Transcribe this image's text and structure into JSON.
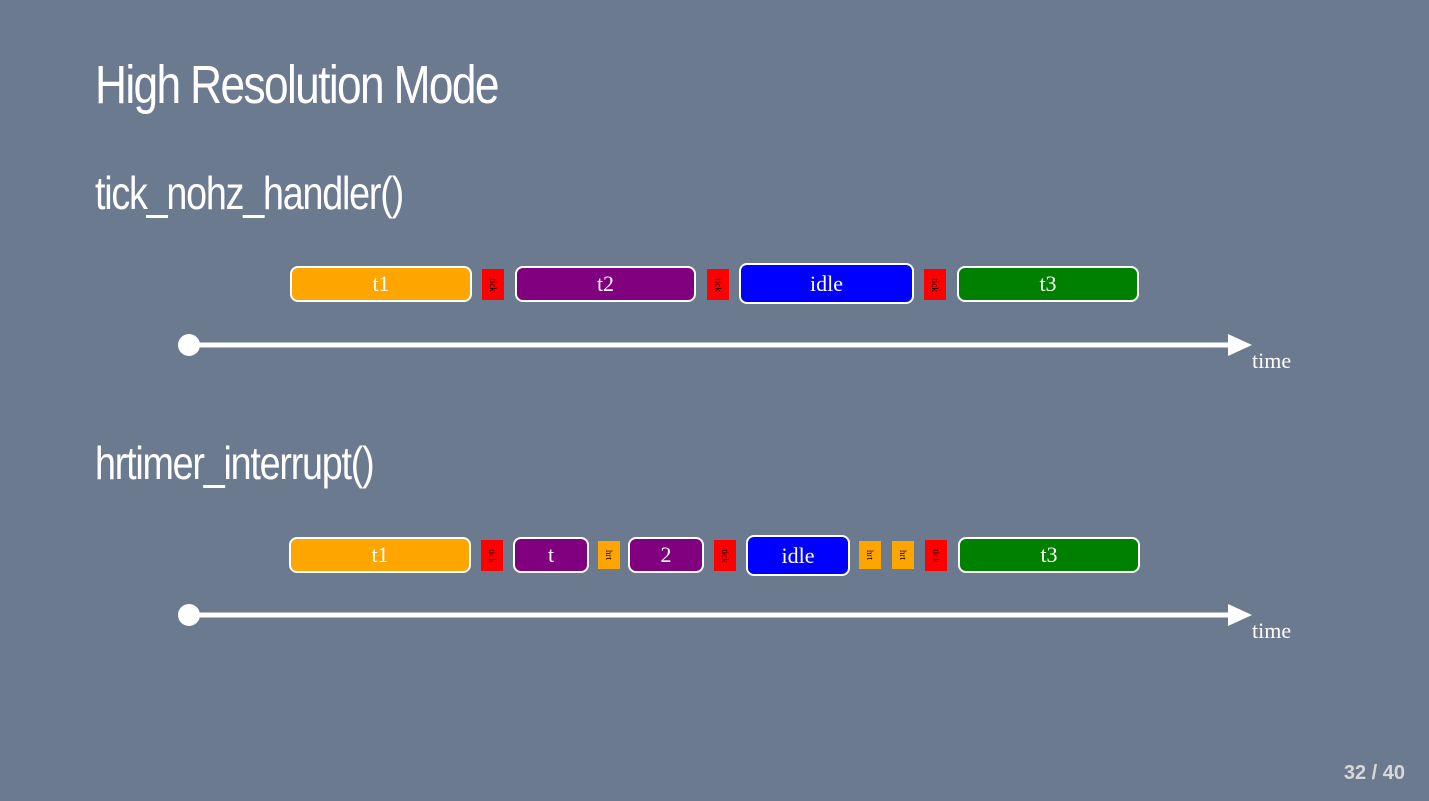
{
  "slide": {
    "title": "High Resolution Mode",
    "page_indicator": "32 / 40"
  },
  "section1": {
    "heading": "tick_nohz_handler()",
    "timeline": [
      {
        "kind": "task",
        "label": "t1",
        "color": "#ffa500"
      },
      {
        "kind": "tick",
        "label": "tick"
      },
      {
        "kind": "task",
        "label": "t2",
        "color": "#800080"
      },
      {
        "kind": "tick",
        "label": "tick"
      },
      {
        "kind": "task",
        "label": "idle",
        "color": "#0000ff"
      },
      {
        "kind": "tick",
        "label": "tick"
      },
      {
        "kind": "task",
        "label": "t3",
        "color": "#008000"
      }
    ],
    "axis_label": "time"
  },
  "section2": {
    "heading": "hrtimer_interrupt()",
    "timeline": [
      {
        "kind": "task",
        "label": "t1",
        "color": "#ffa500"
      },
      {
        "kind": "tick",
        "label": "tick"
      },
      {
        "kind": "task",
        "label": "t",
        "color": "#800080"
      },
      {
        "kind": "hrt",
        "label": "hrt"
      },
      {
        "kind": "task",
        "label": "2",
        "color": "#800080"
      },
      {
        "kind": "tick",
        "label": "tick"
      },
      {
        "kind": "task",
        "label": "idle",
        "color": "#0000ff"
      },
      {
        "kind": "hrt",
        "label": "hrt"
      },
      {
        "kind": "hrt",
        "label": "hrt"
      },
      {
        "kind": "tick",
        "label": "tick"
      },
      {
        "kind": "task",
        "label": "t3",
        "color": "#008000"
      }
    ],
    "axis_label": "time"
  }
}
